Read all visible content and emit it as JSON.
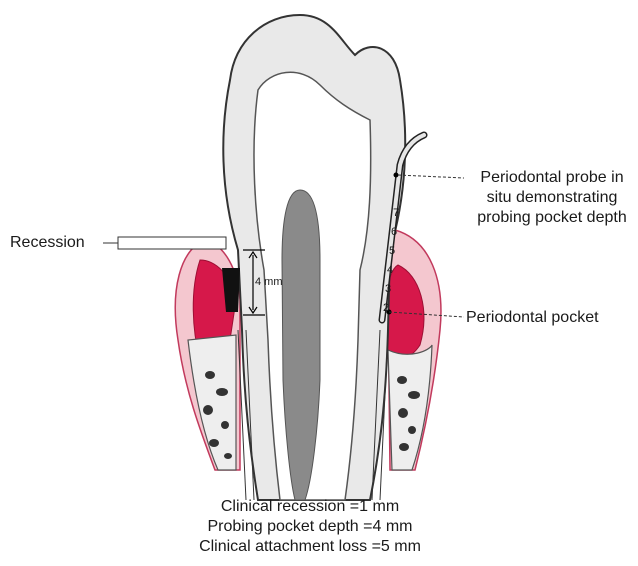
{
  "labels": {
    "probe_line1": "Periodontal probe in",
    "probe_line2": "situ demonstrating",
    "probe_line3": "probing pocket depth",
    "recession": "Recession",
    "pocket": "Periodontal pocket",
    "measure": "4 mm"
  },
  "probe_marks": [
    "7",
    "6",
    "5",
    "4",
    "3",
    "2"
  ],
  "caption": {
    "line1": "Clinical recession =1 mm",
    "line2": "Probing pocket depth =4 mm",
    "line3": "Clinical attachment loss =5 mm"
  },
  "colors": {
    "gingiva": "#f4c7cf",
    "gingiva_dark": "#e0567a",
    "inflamed": "#d6184a",
    "bone": "#f2f2f2",
    "enamel": "#e9e9e9",
    "pulp": "#8a8a8a"
  }
}
